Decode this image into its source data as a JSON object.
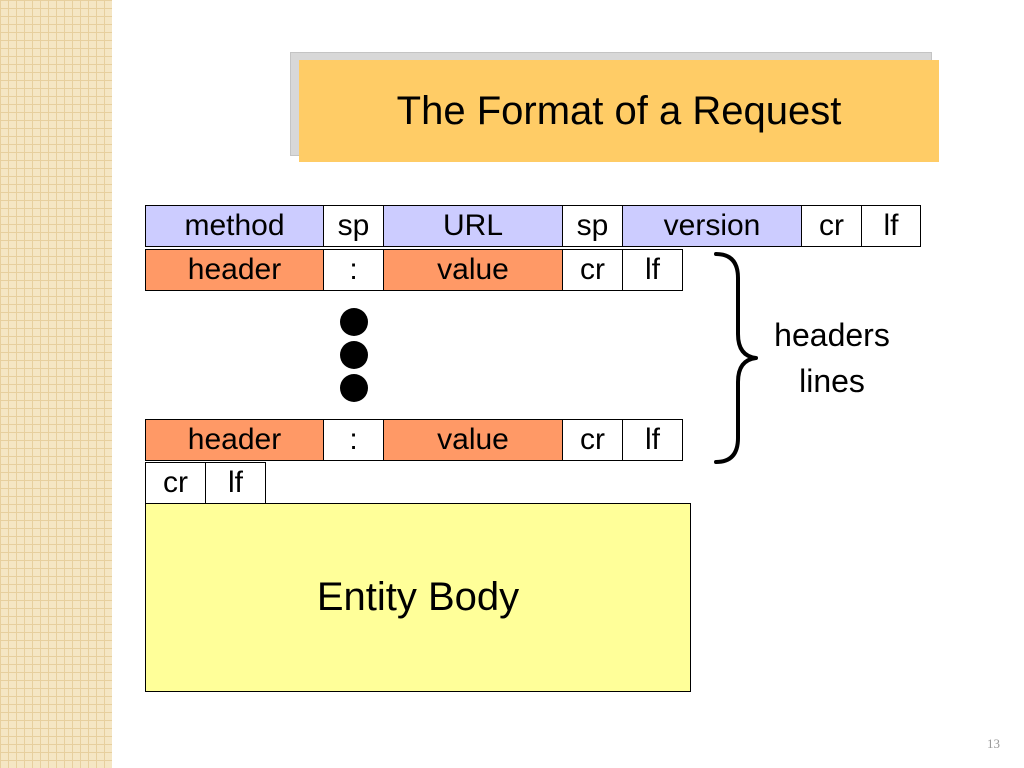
{
  "slide": {
    "title": "The Format of a Request",
    "page_number": "13"
  },
  "request_line": {
    "method": "method",
    "sp1": "sp",
    "url": "URL",
    "sp2": "sp",
    "version": "version",
    "cr": "cr",
    "lf": "lf"
  },
  "header_line_1": {
    "header": "header",
    "colon": ":",
    "value": "value",
    "cr": "cr",
    "lf": "lf"
  },
  "header_line_2": {
    "header": "header",
    "colon": ":",
    "value": "value",
    "cr": "cr",
    "lf": "lf"
  },
  "blank_line": {
    "cr": "cr",
    "lf": "lf"
  },
  "headers_label": {
    "line1": "headers",
    "line2": "lines"
  },
  "entity_body": "Entity Body",
  "colors": {
    "title_bg": "#ffcc66",
    "request_line_bg": "#ccccff",
    "header_bg": "#ff9966",
    "entity_body_bg": "#ffff99"
  }
}
